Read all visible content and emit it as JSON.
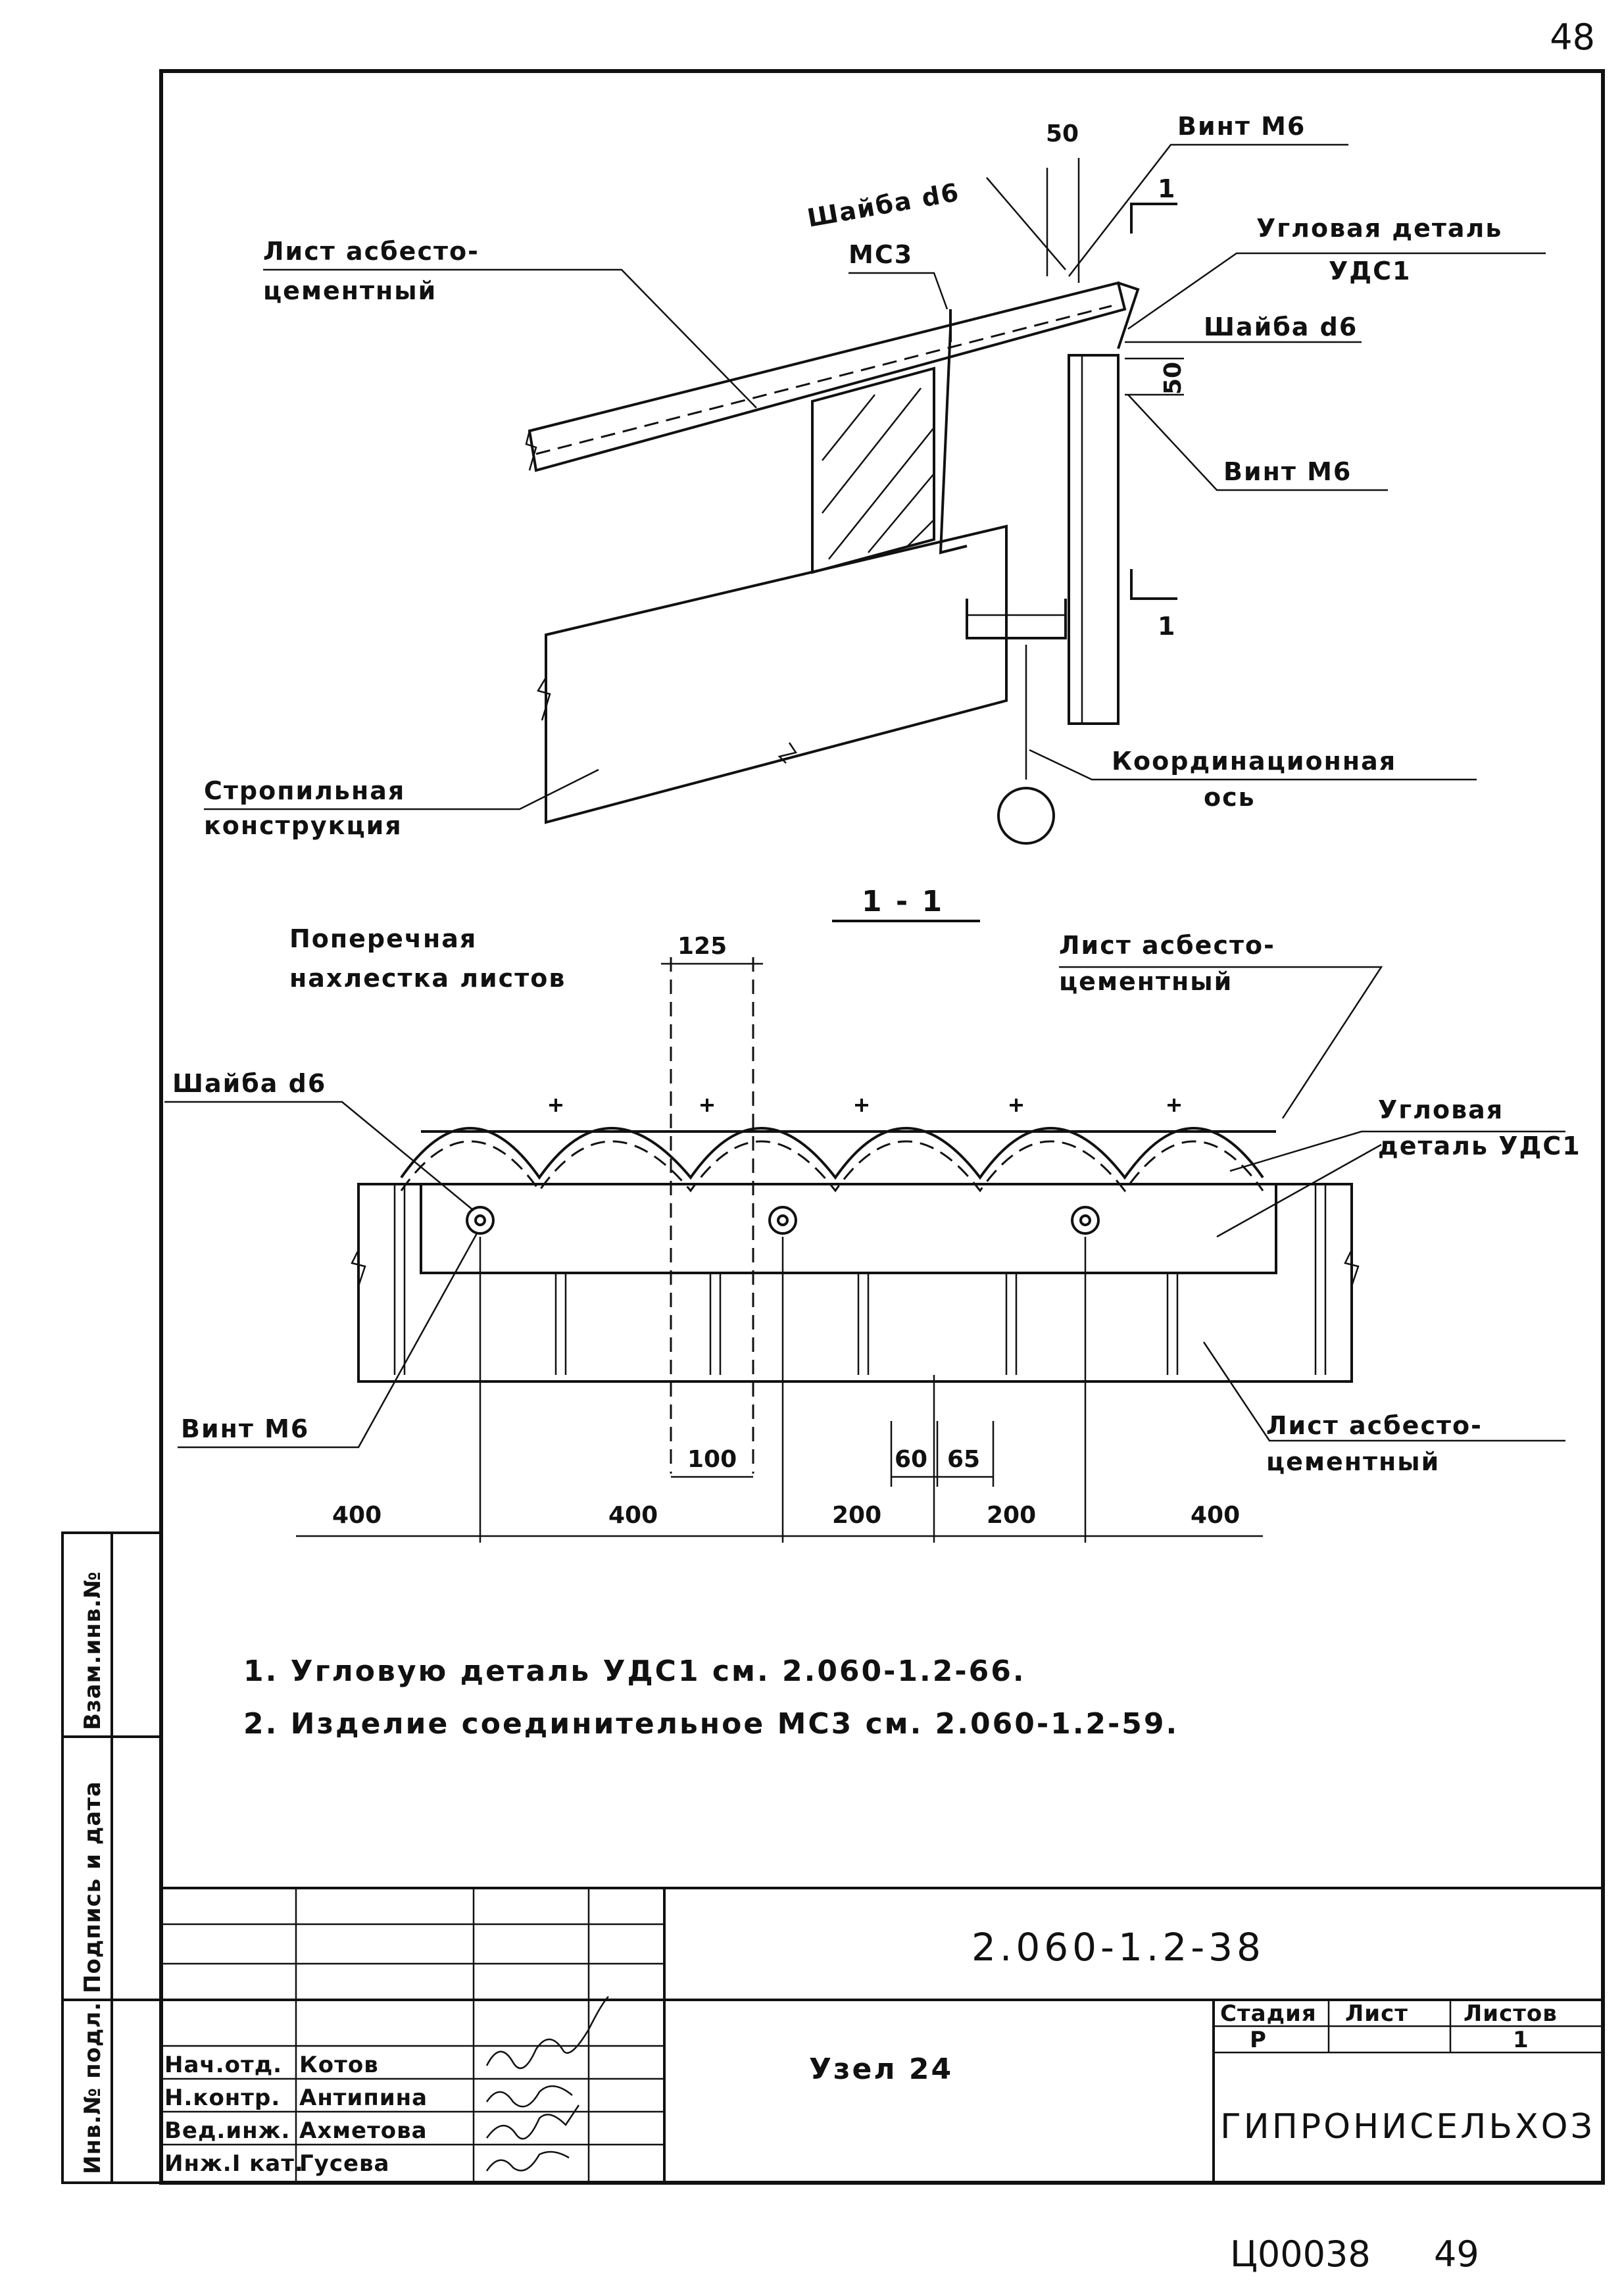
{
  "page": {
    "number_top": "48",
    "number_bottom": "49",
    "archive_code": "Ц00038"
  },
  "detail": {
    "dim_50_top": "50",
    "vint_m6_top": "Винт М6",
    "shaiba_d6_top": "Шайба d6",
    "section_mark_1": "1",
    "uglovaya_detal": [
      "Угловая деталь",
      "УДС1"
    ],
    "list_asbesto": [
      "Лист асбесто-",
      "цементный"
    ],
    "ms3": "МС3",
    "shaiba_d6_right": "Шайба d6",
    "dim_50_right": "50",
    "vint_m6_right": "Винт М6",
    "section_mark_2": "1",
    "stropilnaya": [
      "Стропильная",
      "конструкция"
    ],
    "koordinacionnaya": [
      "Координационная",
      "ось"
    ]
  },
  "section": {
    "title": "1 - 1",
    "poperechnaya": [
      "Поперечная",
      "нахлестка листов"
    ],
    "dim_125": "125",
    "list_asbesto_top": [
      "Лист асбесто-",
      "цементный"
    ],
    "shaiba_d6": "Шайба d6",
    "uglovaya_detal": [
      "Угловая",
      "деталь УДС1"
    ],
    "vint_m6": "Винт М6",
    "dim_100": "100",
    "dim_60": "60",
    "dim_65": "65",
    "list_asbesto_bottom": [
      "Лист асбесто-",
      "цементный"
    ],
    "bottom_dims": [
      "400",
      "400",
      "200",
      "200",
      "400"
    ]
  },
  "notes": [
    "1. Угловую деталь УДС1 см. 2.060-1.2-66.",
    "2. Изделие соединительное МС3 см. 2.060-1.2-59."
  ],
  "side_stamp": [
    "Инв.№ подл.",
    "Подпись и дата",
    "Взам.инв.№"
  ],
  "title_block": {
    "doc_code": "2.060-1.2-38",
    "title": "Узел 24",
    "headers": [
      "Стадия",
      "Лист",
      "Листов"
    ],
    "values": [
      "Р",
      "",
      "1"
    ],
    "org": "ГИПРОНИСЕЛЬХОЗ",
    "roles": [
      {
        "role": "Нач.отд.",
        "name": "Котов"
      },
      {
        "role": "Н.контр.",
        "name": "Антипина"
      },
      {
        "role": "Вед.инж.",
        "name": "Ахметова"
      },
      {
        "role": "Инж.I кат.",
        "name": "Гусева"
      }
    ]
  }
}
